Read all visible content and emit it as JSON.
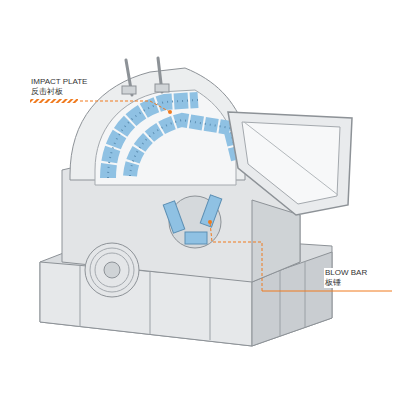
{
  "diagram": {
    "labels": [
      "IMPACT PLATE",
      "反击衬板",
      "BLOW BAR",
      "板锤"
    ]
  }
}
